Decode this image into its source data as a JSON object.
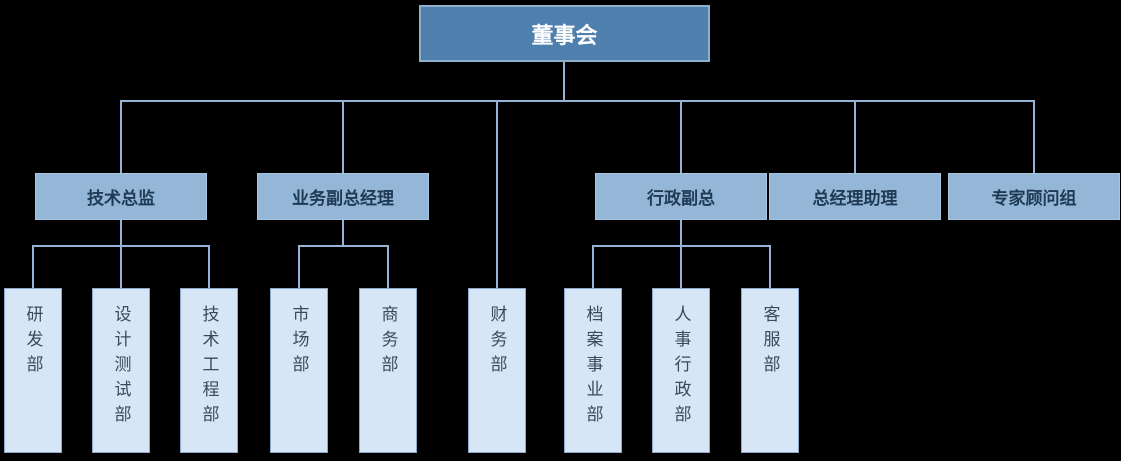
{
  "org_chart": {
    "type": "organization-tree",
    "root": {
      "id": "board",
      "label": "董事会"
    },
    "managers": [
      {
        "id": "tech-director",
        "label": "技术总监",
        "children": [
          {
            "id": "rd-dept",
            "label": "研发部"
          },
          {
            "id": "design-test-dept",
            "label": "设计测试部"
          },
          {
            "id": "tech-eng-dept",
            "label": "技术工程部"
          }
        ]
      },
      {
        "id": "business-vp",
        "label": "业务副总经理",
        "children": [
          {
            "id": "marketing-dept",
            "label": "市场部"
          },
          {
            "id": "commerce-dept",
            "label": "商务部"
          }
        ]
      },
      {
        "id": "admin-vp",
        "label": "行政副总",
        "children": [
          {
            "id": "archives-dept",
            "label": "档案事业部"
          },
          {
            "id": "hr-admin-dept",
            "label": "人事行政部"
          },
          {
            "id": "customer-service-dept",
            "label": "客服部"
          }
        ]
      },
      {
        "id": "gm-assistant",
        "label": "总经理助理",
        "children": []
      },
      {
        "id": "expert-advisors",
        "label": "专家顾问组",
        "children": []
      }
    ],
    "direct_departments": [
      {
        "id": "finance-dept",
        "label": "财务部"
      }
    ]
  },
  "colors": {
    "background": "#000000",
    "root_fill": "#4f7fad",
    "root_border": "#8fafca",
    "root_text": "#ffffff",
    "level2_fill": "#94b7d8",
    "level2_border": "#a9c5e0",
    "level2_text": "#1f3a54",
    "level3_fill": "#d6e6f7",
    "level3_border": "#8ba9c6",
    "level3_text": "#3c4a58",
    "connector": "#95b3d7"
  }
}
